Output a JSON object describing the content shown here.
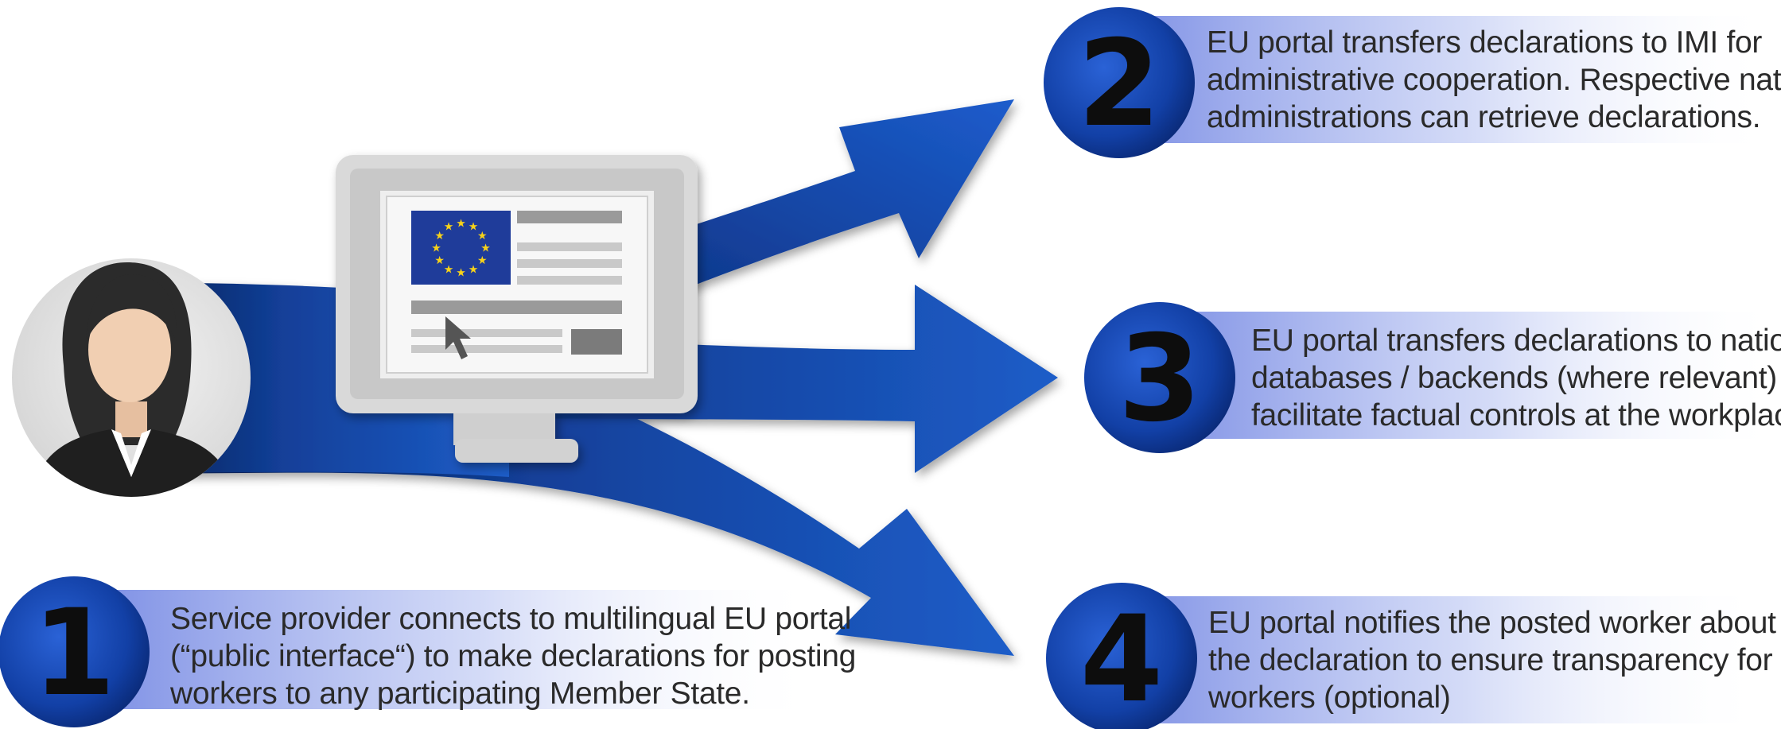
{
  "steps": [
    {
      "number": "1",
      "lines": [
        "Service provider connects to multilingual EU portal",
        "(“public interface“) to make declarations for posting",
        "workers to any participating Member State."
      ]
    },
    {
      "number": "2",
      "lines": [
        "EU portal transfers declarations to IMI for",
        "administrative cooperation. Respective national",
        "administrations can retrieve declarations."
      ]
    },
    {
      "number": "3",
      "lines": [
        "EU portal transfers declarations to national",
        "databases / backends (where relevant) to",
        "facilitate factual controls at the workplace"
      ]
    },
    {
      "number": "4",
      "lines": [
        "EU portal notifies the posted worker about",
        "the declaration to ensure transparency for",
        "workers (optional)"
      ]
    }
  ],
  "icons": {
    "person": "person-avatar-icon",
    "monitor": "computer-monitor-icon",
    "eu_flag": "eu-flag-icon",
    "cursor": "mouse-cursor-icon"
  },
  "colors": {
    "arrow_dark": "#0b2a6b",
    "arrow_blue": "#1f5bc4",
    "circle_blue": "#1340a8",
    "band_blue": "#8fa3ea",
    "eu_blue": "#1f3c9a",
    "eu_star": "#f7d21a"
  }
}
